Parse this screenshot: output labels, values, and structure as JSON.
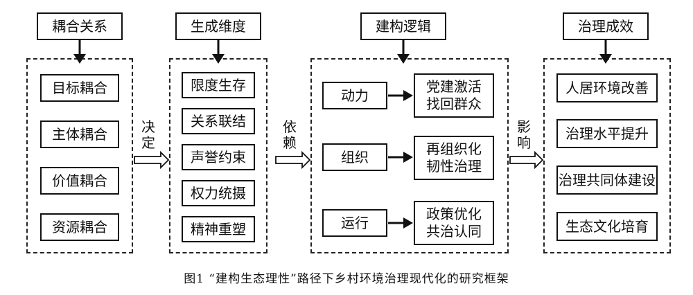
{
  "columns": [
    {
      "header": "耦合关系",
      "items": [
        "目标耦合",
        "主体耦合",
        "价值耦合",
        "资源耦合"
      ]
    },
    {
      "header": "生成维度",
      "items": [
        "限度生存",
        "关系联结",
        "声誉约束",
        "权力统摄",
        "精神重塑"
      ]
    },
    {
      "header": "建构逻辑",
      "rows": [
        {
          "label": "动力",
          "result_line1": "党建激活",
          "result_line2": "找回群众"
        },
        {
          "label": "组织",
          "result_line1": "再组织化",
          "result_line2": "韧性治理"
        },
        {
          "label": "运行",
          "result_line1": "政策优化",
          "result_line2": "共治认同"
        }
      ]
    },
    {
      "header": "治理成效",
      "items": [
        "人居环境改善",
        "治理水平提升",
        "治理共同体建设",
        "生态文化培育"
      ]
    }
  ],
  "connectors": [
    {
      "char1": "决",
      "char2": "定"
    },
    {
      "char1": "依",
      "char2": "赖"
    },
    {
      "char1": "影",
      "char2": "响"
    }
  ],
  "caption": "图1  “建构生态理性”路径下乡村环境治理现代化的研究框架"
}
